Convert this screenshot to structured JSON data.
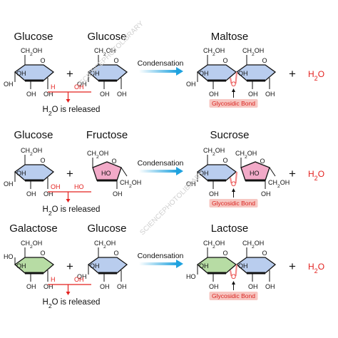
{
  "rows": [
    {
      "left": {
        "name": "Glucose",
        "ring_color": "#b9cdee",
        "ch2oh": "CH2OH",
        "atoms": [
          "OH",
          "OH",
          "OH",
          "OH"
        ],
        "ring_o": "O"
      },
      "right": {
        "name": "Glucose",
        "ring_color": "#b9cdee",
        "ch2oh": "CH2OH",
        "atoms": [
          "OH",
          "OH",
          "OH",
          "OH"
        ],
        "ring_o": "O"
      },
      "release_h": "H",
      "release_oh": "OH",
      "release_text": "H2O is released",
      "condensation": "Condensation",
      "product": {
        "name": "Maltose",
        "bond_label": "Glycosidic Bond",
        "water": "H2O",
        "ch2oh": [
          "CH2OH",
          "CH2OH"
        ],
        "atoms": [
          "OH",
          "OH",
          "OH",
          "OH",
          "OH",
          "OH"
        ],
        "ring_o": [
          "O",
          "O"
        ],
        "bridge_o": "O"
      }
    },
    {
      "left": {
        "name": "Glucose",
        "ring_color": "#b9cdee",
        "ch2oh": "CH2OH",
        "atoms": [
          "OH",
          "OH",
          "OH",
          "OH"
        ],
        "ring_o": "O"
      },
      "right": {
        "name": "Fructose",
        "ring_color": "#f2aac8",
        "ch2oh": [
          "CH2OH",
          "CH2OH"
        ],
        "atoms": [
          "HO",
          "OH"
        ],
        "ring_o": "O"
      },
      "release_h": "OH",
      "release_oh": "HO",
      "release_text": "H2O is released",
      "condensation": "Condensation",
      "product": {
        "name": "Sucrose",
        "bond_label": "Glycosidic Bond",
        "water": "H2O",
        "ch2oh": [
          "CH2OH",
          "CH2OH",
          "CH2OH"
        ],
        "atoms": [
          "OH",
          "OH",
          "OH",
          "HO",
          "OH"
        ],
        "ring_o": [
          "O",
          "O"
        ],
        "bridge_o": "O"
      }
    },
    {
      "left": {
        "name": "Galactose",
        "ring_color": "#b7dca4",
        "ch2oh": "CH2OH",
        "atoms": [
          "HO",
          "OH",
          "OH",
          "OH"
        ],
        "ring_o": "O"
      },
      "right": {
        "name": "Glucose",
        "ring_color": "#b9cdee",
        "ch2oh": "CH2OH",
        "atoms": [
          "OH",
          "OH",
          "OH",
          "OH"
        ],
        "ring_o": "O"
      },
      "release_h": "H",
      "release_oh": "OH",
      "release_text": "H2O is released",
      "condensation": "Condensation",
      "product": {
        "name": "Lactose",
        "bond_label": "Glycosidic Bond",
        "water": "H2O",
        "ch2oh": [
          "CH2OH",
          "CH2OH"
        ],
        "atoms": [
          "HO",
          "OH",
          "OH",
          "OH",
          "OH",
          "OH"
        ],
        "ring_o": [
          "O",
          "O"
        ],
        "bridge_o": "O"
      }
    }
  ],
  "watermark": "SCIENCEPHOTOLIBRARY",
  "colors": {
    "arrow_blue": "#1fa2df",
    "red": "#e3211f",
    "bond_fill": "#f7c7c2",
    "highlight": "#f28b8b"
  },
  "icons": [
    "condensation-arrow-icon",
    "release-arrow-icon",
    "bond-pointer-icon"
  ]
}
